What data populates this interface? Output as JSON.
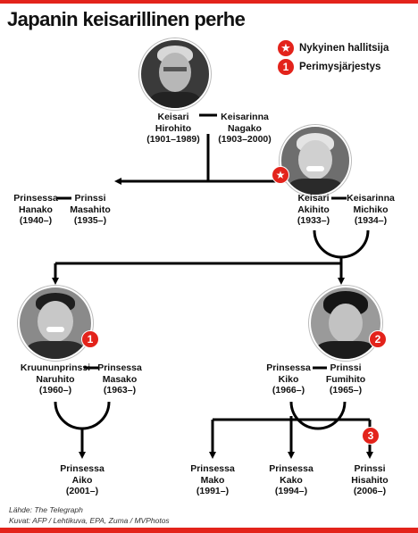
{
  "title": "Japanin keisarillinen perhe",
  "legend": {
    "current_ruler": "Nykyinen hallitsija",
    "succession": "Perimysjärjestys",
    "succession_badge": "1"
  },
  "colors": {
    "accent": "#e3231b",
    "line": "#000000"
  },
  "people": {
    "hirohito": {
      "role": "Keisari",
      "name": "Hirohito",
      "dates": "(1901–1989)"
    },
    "nagako": {
      "role": "Keisarinna",
      "name": "Nagako",
      "dates": "(1903–2000)"
    },
    "hanako": {
      "role": "Prinsessa",
      "name": "Hanako",
      "dates": "(1940–)"
    },
    "masahito": {
      "role": "Prinssi",
      "name": "Masahito",
      "dates": "(1935–)"
    },
    "akihito": {
      "role": "Keisari",
      "name": "Akihito",
      "dates": "(1933–)"
    },
    "michiko": {
      "role": "Keisarinna",
      "name": "Michiko",
      "dates": "(1934–)"
    },
    "naruhito": {
      "role": "Kruununprinssi",
      "name": "Naruhito",
      "dates": "(1960–)",
      "succession": "1"
    },
    "masako": {
      "role": "Prinsessa",
      "name": "Masako",
      "dates": "(1963–)"
    },
    "kiko": {
      "role": "Prinsessa",
      "name": "Kiko",
      "dates": "(1966–)"
    },
    "fumihito": {
      "role": "Prinssi",
      "name": "Fumihito",
      "dates": "(1965–)",
      "succession": "2"
    },
    "aiko": {
      "role": "Prinsessa",
      "name": "Aiko",
      "dates": "(2001–)"
    },
    "mako": {
      "role": "Prinsessa",
      "name": "Mako",
      "dates": "(1991–)"
    },
    "kako": {
      "role": "Prinsessa",
      "name": "Kako",
      "dates": "(1994–)"
    },
    "hisahito": {
      "role": "Prinssi",
      "name": "Hisahito",
      "dates": "(2006–)",
      "succession": "3"
    }
  },
  "footer": {
    "source": "Lähde: The Telegraph",
    "photos": "Kuvat: AFP / Lehtikuva, EPA, Zuma / MVPhotos"
  }
}
